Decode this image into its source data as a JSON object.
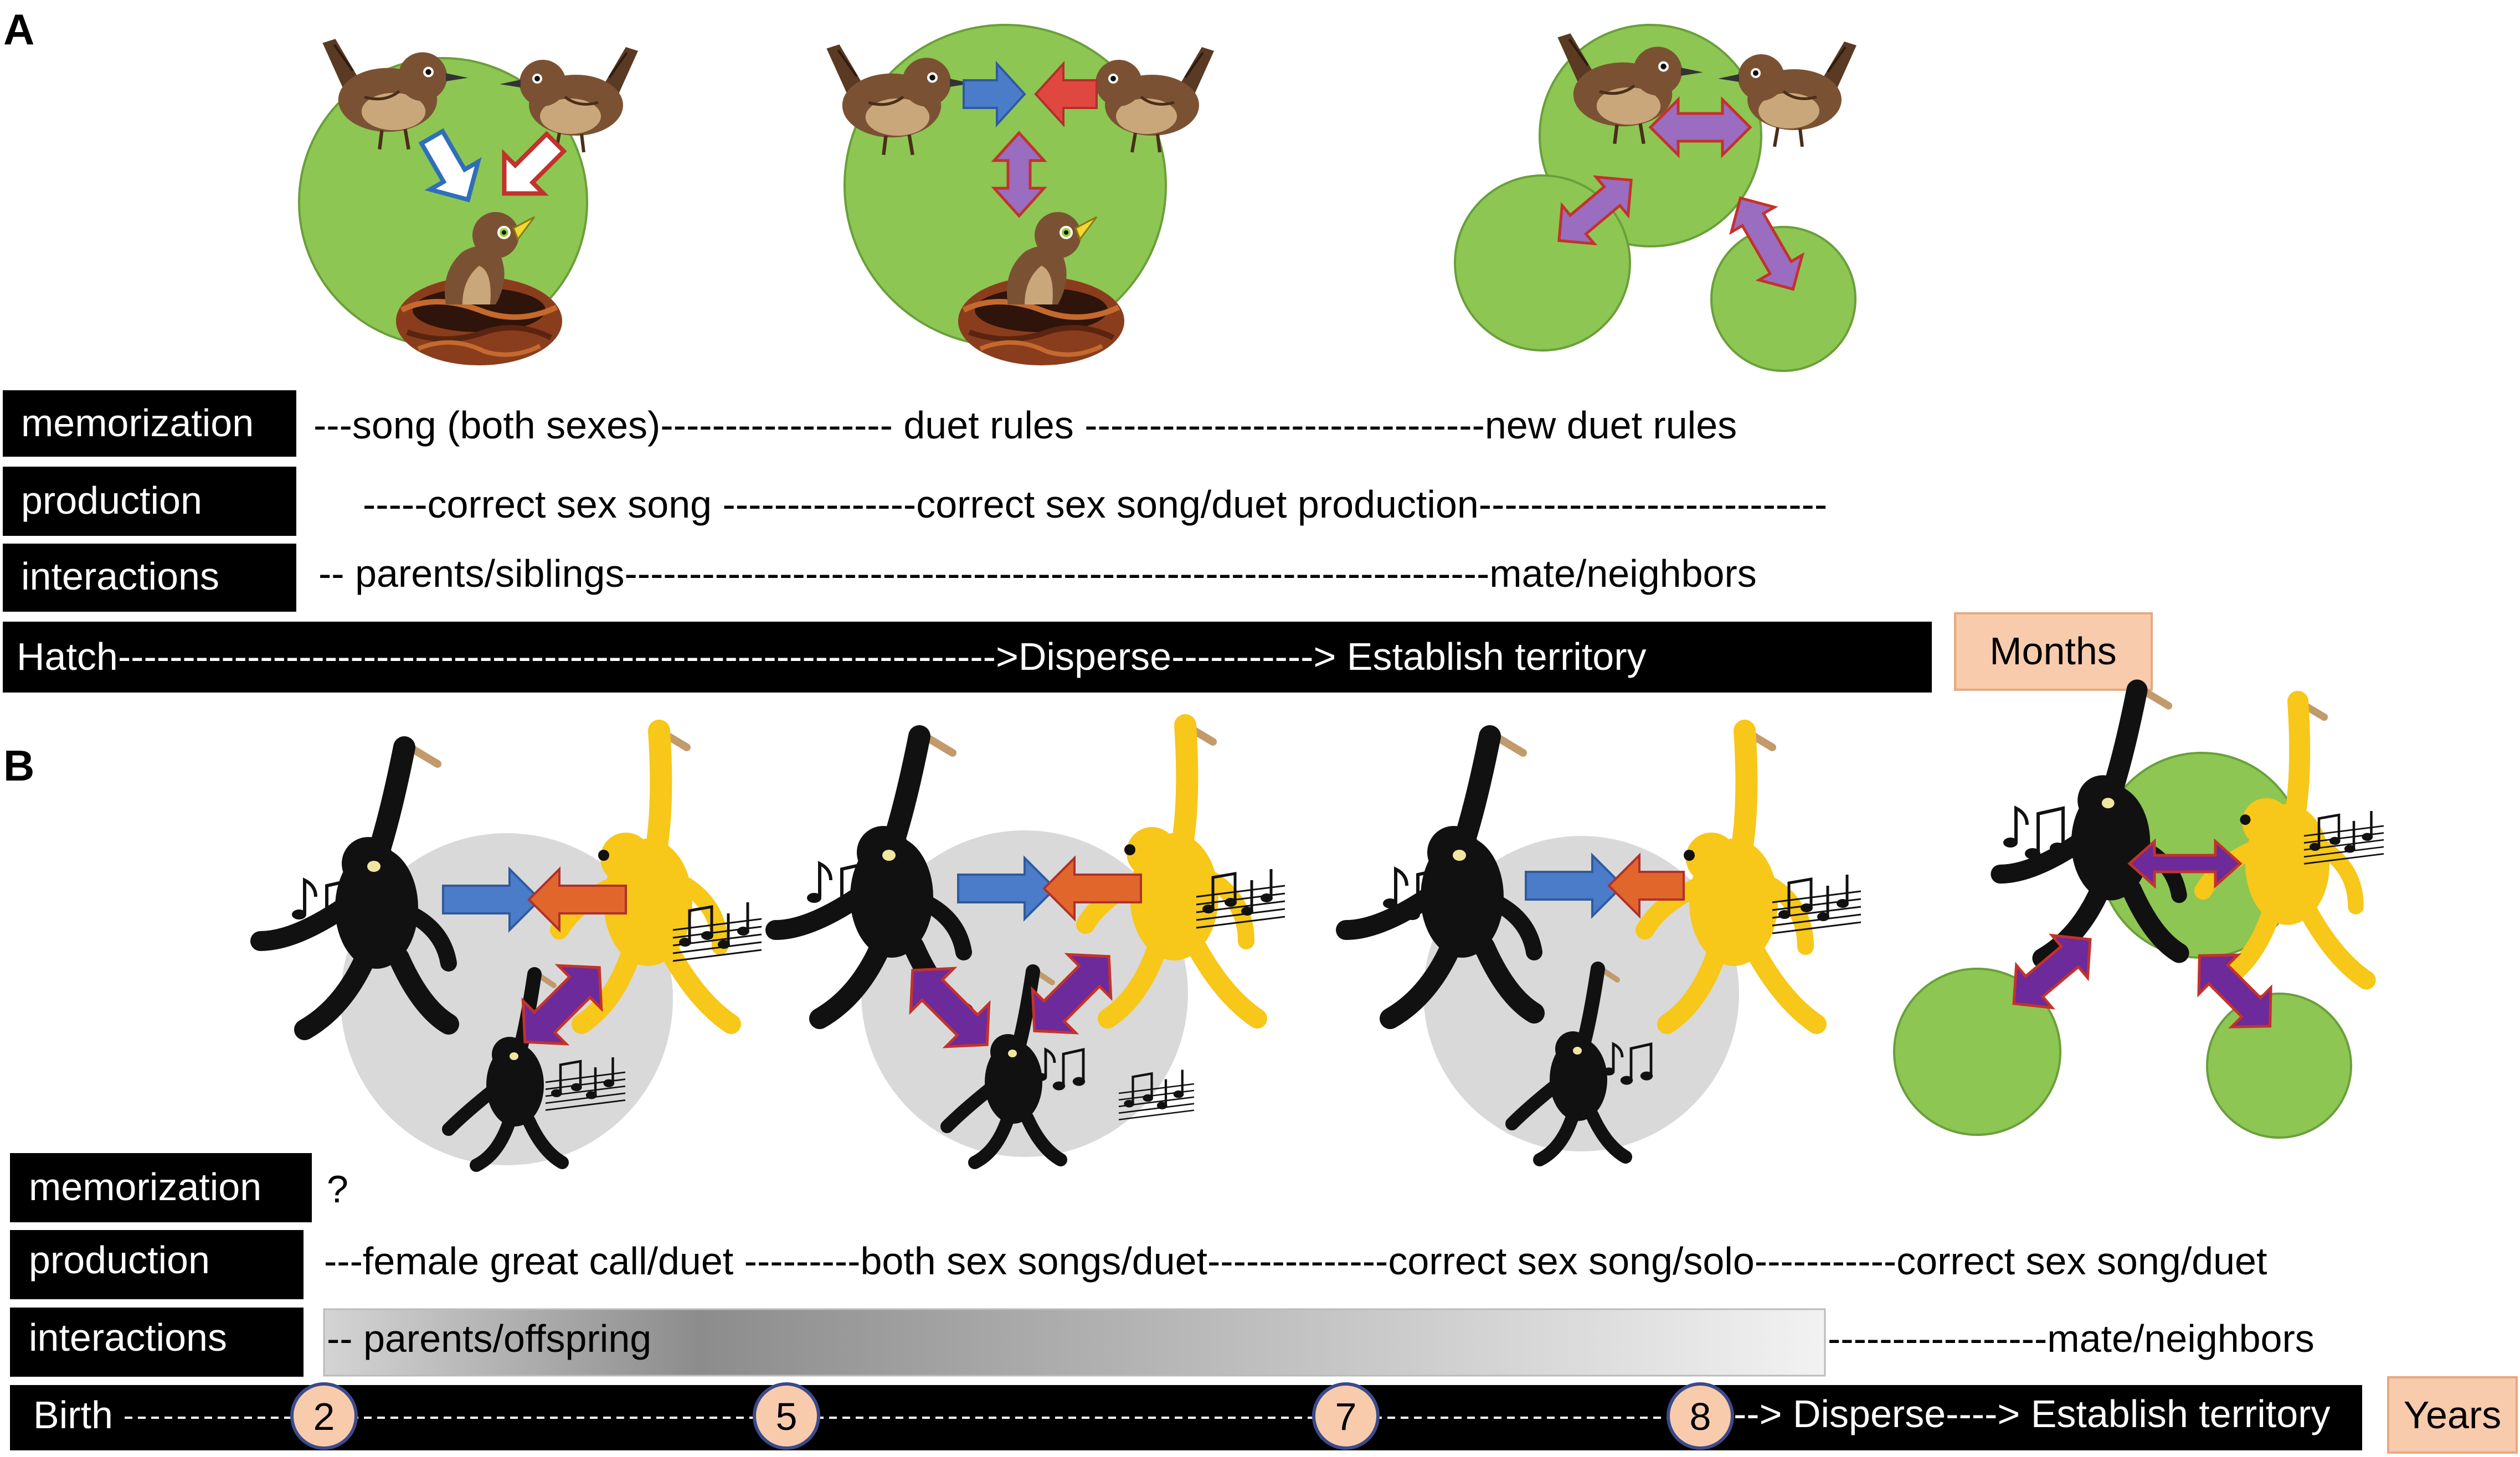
{
  "panel_a": {
    "letter": "A",
    "rows": {
      "memorization": {
        "label": "memorization",
        "text": "---song (both sexes)------------------ duet rules -------------------------------new duet rules"
      },
      "production": {
        "label": "production",
        "text": "-----correct sex song ---------------correct sex song/duet production---------------------------"
      },
      "interactions": {
        "label": "interactions",
        "text": "-- parents/siblings-------------------------------------------------------------------mate/neighbors"
      }
    },
    "timeline": "Hatch-------------------------------------------------------------------->Disperse-----------> Establish territory",
    "unit": "Months"
  },
  "panel_b": {
    "letter": "B",
    "rows": {
      "memorization": {
        "label": "memorization",
        "text": "?"
      },
      "production": {
        "label": "production",
        "text": "---female great call/duet ---------both sex songs/duet--------------correct sex song/solo-----------correct sex song/duet"
      },
      "interactions": {
        "label": "interactions",
        "text": "-- parents/offspring",
        "text_tail": "-----------------mate/neighbors"
      }
    },
    "timeline": {
      "start": "Birth",
      "markers": [
        "2",
        "5",
        "7",
        "8"
      ],
      "end": "--> Disperse----> Establish territory"
    },
    "unit": "Years"
  },
  "colors": {
    "territory_green": "#8dc653",
    "group_gray": "#d9d9d9",
    "arrow_blue": "#4a7cc9",
    "arrow_red": "#e0483f",
    "arrow_purple_fill": "#9a6dc0",
    "arrow_violet_fill": "#6c2a9a",
    "gibbon_black": "#111111",
    "gibbon_yellow": "#f7c719",
    "unit_box": "#f8cbad",
    "marker_fill": "#f8cbad",
    "marker_stroke": "#3a4a8a"
  }
}
